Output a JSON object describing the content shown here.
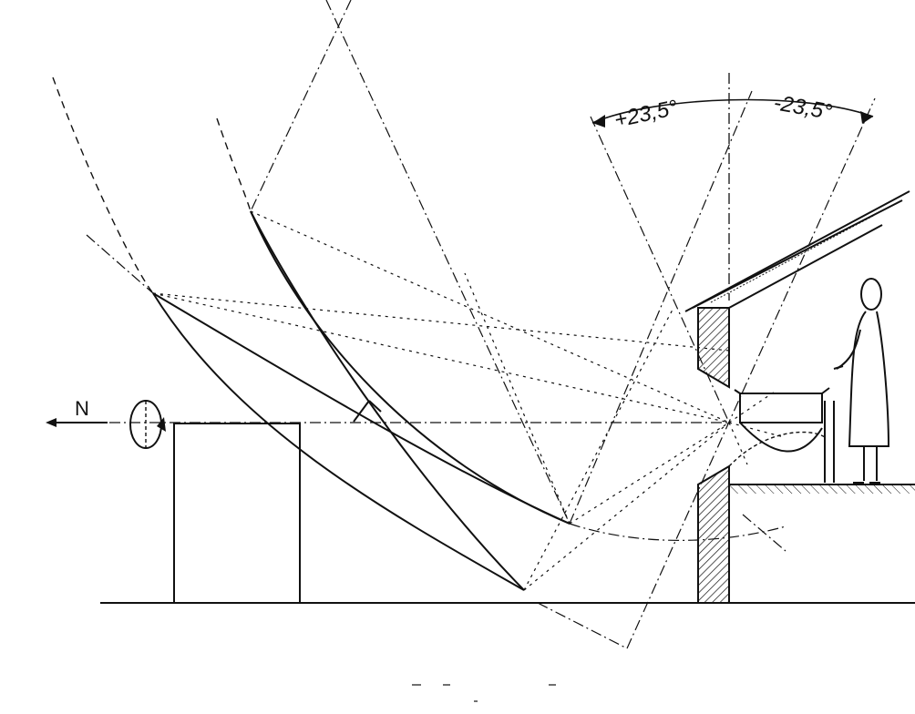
{
  "labels": {
    "north": "N",
    "angle_plus": "+23,5°",
    "angle_minus": "-23,5°"
  },
  "colors": {
    "ink": "#111111",
    "background": "#ffffff"
  }
}
